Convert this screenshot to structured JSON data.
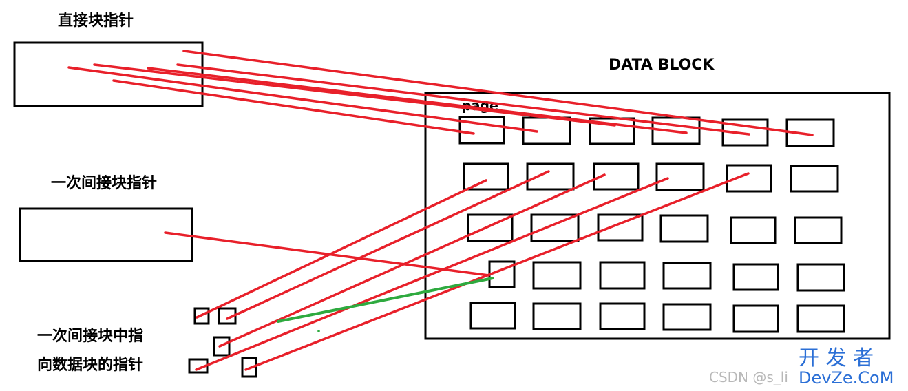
{
  "labels": {
    "direct_pointer": "直接块指针",
    "single_indirect": "一次间接块指针",
    "indirect_line1": "一次间接块中指",
    "indirect_line2": "向数据块的指针",
    "data_block": "DATA BLOCK",
    "page": "page"
  },
  "watermark": {
    "csdn": "CSDN @s_li",
    "brand_top": "开 发 者",
    "brand_bottom": "DevZe.CoM"
  },
  "colors": {
    "outline": "#000000",
    "pointer_line": "#e8202a",
    "green_line": "#2eaa3f",
    "brand": "#2b6fd6",
    "watermark_gray": "#b8b8b8"
  }
}
